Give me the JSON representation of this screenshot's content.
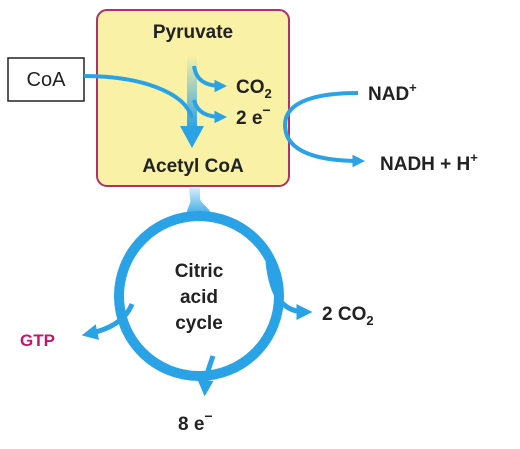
{
  "colors": {
    "box_fill": "#f9f1a5",
    "box_border": "#b0306a",
    "arrow": "#2aa3e6",
    "text": "#222222",
    "gtp": "#c2186c"
  },
  "labels": {
    "pyruvate": "Pyruvate",
    "acetyl_coa": "Acetyl CoA",
    "coa": "CoA",
    "co2": "CO",
    "co2_sub": "2",
    "two_e": "2 e",
    "two_e_sup": "−",
    "nad": "NAD",
    "nad_sup": "+",
    "nadh": "NADH + H",
    "nadh_sup": "+",
    "citric_line1": "Citric",
    "citric_line2": "acid",
    "citric_line3": "cycle",
    "two_co2": "2 CO",
    "two_co2_sub": "2",
    "gtp": "GTP",
    "eight_e": "8 e",
    "eight_e_sup": "−"
  }
}
